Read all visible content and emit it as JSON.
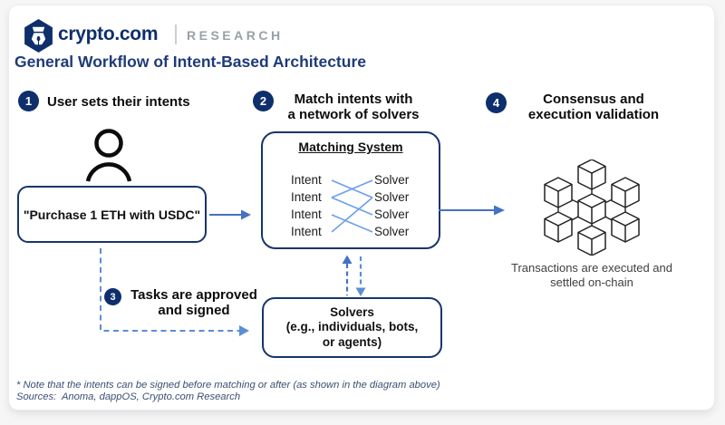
{
  "colors": {
    "navy": "#0e2f6c",
    "border": "#16356b",
    "title": "#1e3b78",
    "arrow": "#4472c4",
    "dashed": "#5b8ed6",
    "match": "#6d9eeb",
    "gray": "#9aa0a8"
  },
  "header": {
    "brand": "crypto.com",
    "research": "RESEARCH"
  },
  "title": "General Workflow of Intent-Based Architecture",
  "step1": {
    "number": "1",
    "label": "User sets their intents"
  },
  "step2": {
    "number": "2",
    "line1": "Match intents with",
    "line2": "a network of solvers"
  },
  "step3": {
    "number": "3",
    "line1": "Tasks are approved",
    "line2": "and signed"
  },
  "step4": {
    "number": "4",
    "line1": "Consensus and",
    "line2": "execution validation"
  },
  "intent_box": {
    "text": "\"Purchase 1 ETH with USDC\""
  },
  "matching": {
    "title": "Matching System",
    "intents": [
      "Intent",
      "Intent",
      "Intent",
      "Intent"
    ],
    "solvers": [
      "Solver",
      "Solver",
      "Solver",
      "Solver"
    ],
    "connections": [
      [
        0,
        1
      ],
      [
        1,
        0
      ],
      [
        1,
        2
      ],
      [
        2,
        3
      ],
      [
        3,
        1
      ]
    ]
  },
  "solvers_box": {
    "line1": "Solvers",
    "line2": "(e.g., individuals, bots,",
    "line3": "or agents)"
  },
  "consensus_caption": {
    "line1": "Transactions are executed and",
    "line2": "settled on-chain"
  },
  "footnote": "* Note that the intents can be signed before matching or after (as shown in the diagram above)",
  "sources": "Sources:  Anoma, dappOS, Crypto.com Research"
}
